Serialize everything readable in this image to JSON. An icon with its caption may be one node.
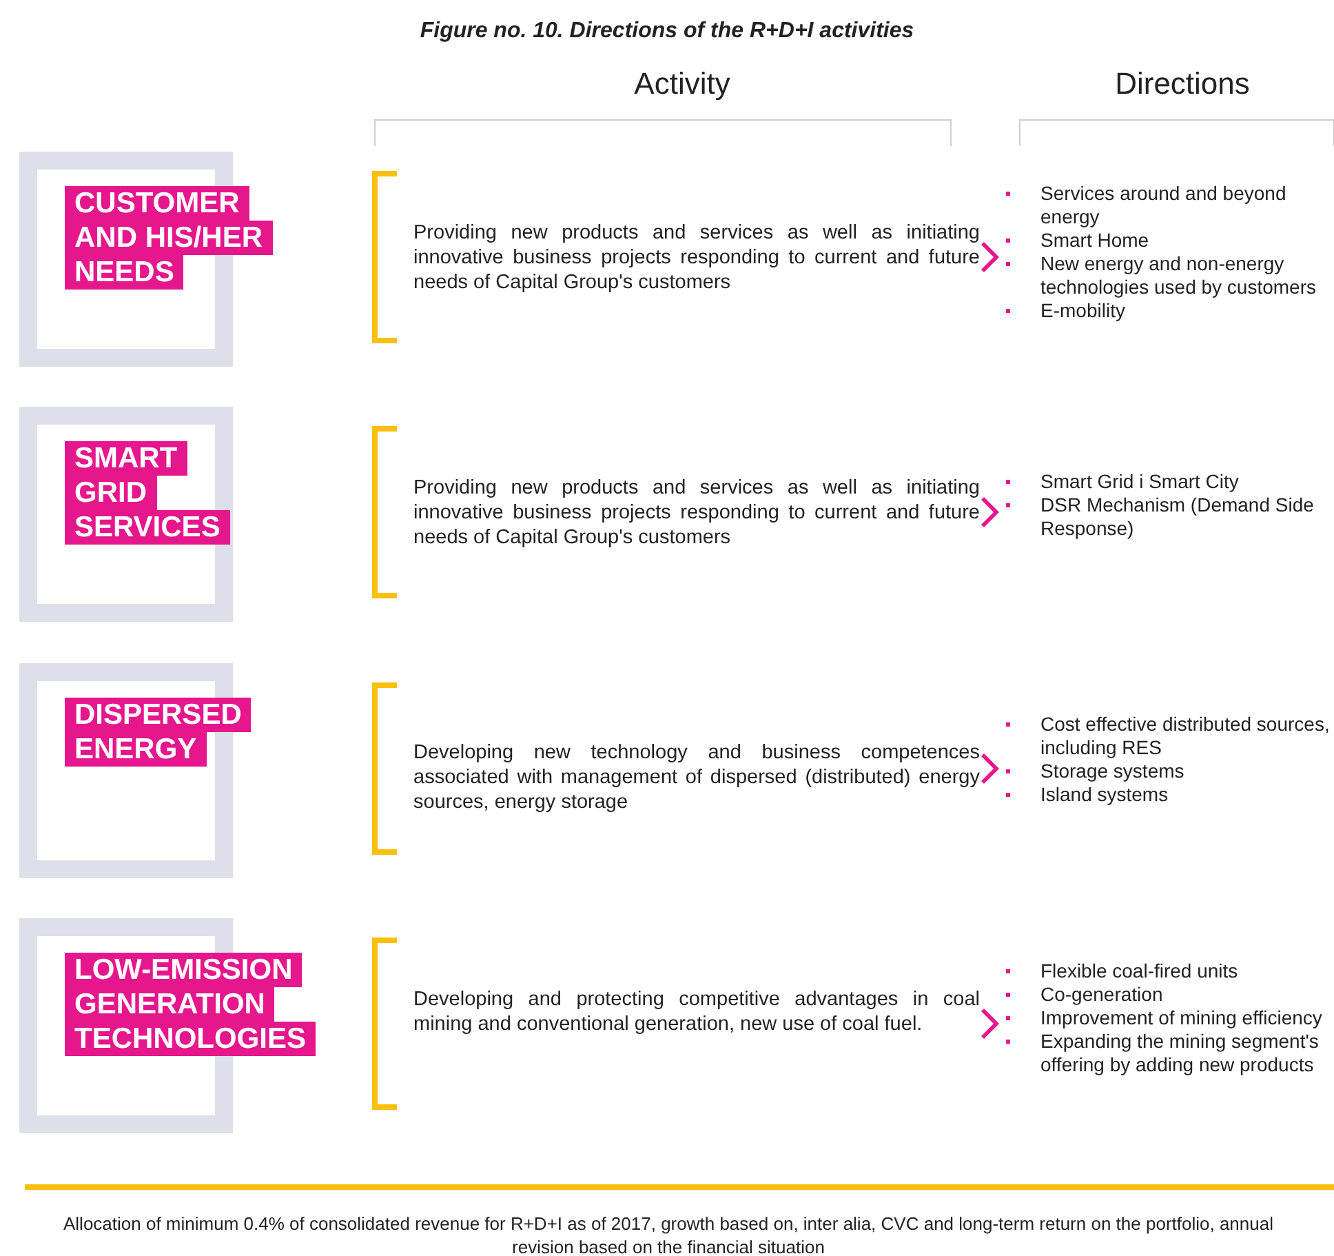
{
  "diagram": {
    "title": "Figure no. 10. Directions of the R+D+I activities",
    "nodes": [
      {
        "text": [
          "CUSTOMER AND HIS/HER NEEDS"
        ]
      },
      {
        "text": [
          "Providing new products and services as well as initiating innovative business projects responding to current and future needs of Capital Group's customers"
        ]
      },
      {
        "text": [
          "Services around and beyond energy",
          "Smart Home",
          "New energy and non-energy technologies used by customers",
          "E-mobility"
        ]
      },
      {
        "text": [
          "SMART GRID SERVICES"
        ]
      },
      {
        "text": [
          "Providing new products and services as well as initiating innovative business projects responding to current and future needs of Capital Group's customers"
        ]
      },
      {
        "text": [
          "Smart Grid i Smart City",
          "DSR Mechanism (Demand Side Response)"
        ]
      },
      {
        "text": [
          "DISPERSED ENERGY"
        ]
      },
      {
        "text": [
          "Developing new technology and business competences associated with management of dispersed (distributed) energy sources, energy storage"
        ]
      },
      {
        "text": [
          "Cost effective distributed sources, including RES",
          "Storage systems",
          "Island systems"
        ]
      },
      {
        "text": [
          "LOW-EMISSION GENERATION TECHNOLOGIES"
        ]
      },
      {
        "text": [
          "Developing and protecting competitive advantages in coal mining and conventional generation, new use of coal fuel."
        ]
      },
      {
        "text": [
          "Flexible coal-fired units",
          "Co-generation",
          "Improvement of mining efficiency",
          "Expanding the mining segment's offering by adding new products"
        ]
      }
    ],
    "edges": [
      {
        "from": 1,
        "to": 2,
        "arrow": "to"
      },
      {
        "from": 4,
        "to": 5,
        "arrow": "to"
      },
      {
        "from": 7,
        "to": 8,
        "arrow": "to"
      },
      {
        "from": 10,
        "to": 11,
        "arrow": "to"
      }
    ],
    "labels": [
      "Activity",
      "Directions",
      "Allocation of minimum 0.4% of consolidated revenue for R+D+I as of 2017, growth based on, inter alia, CVC and long-term return on the portfolio, annual revision based on the financial situation"
    ]
  }
}
